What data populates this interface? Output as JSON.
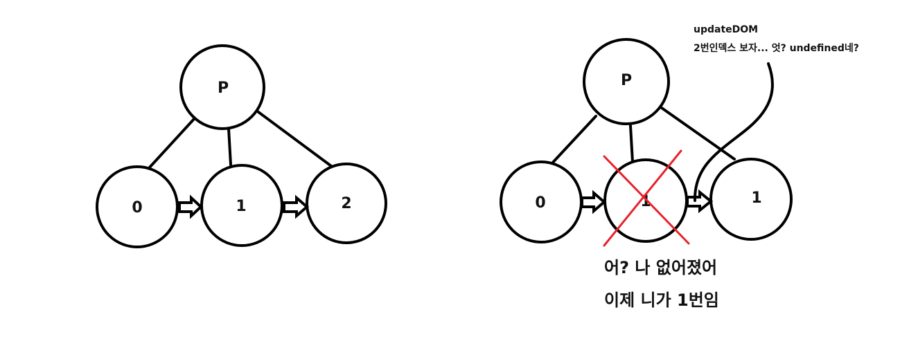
{
  "left_tree": {
    "parent_label": "P",
    "children": [
      "0",
      "1",
      "2"
    ]
  },
  "right_tree": {
    "parent_label": "P",
    "children": [
      "0",
      "1",
      "1"
    ],
    "removed_child_index": 1
  },
  "annotations": {
    "update_dom_line1": "updateDOM",
    "update_dom_line2": "2번인덱스 보자... 엇? undefined네?",
    "removed_line1": "어? 나 없어졌어",
    "removed_line2": "이제 니가 1번임"
  },
  "colors": {
    "stroke": "#000000",
    "cross": "#e8202a"
  }
}
